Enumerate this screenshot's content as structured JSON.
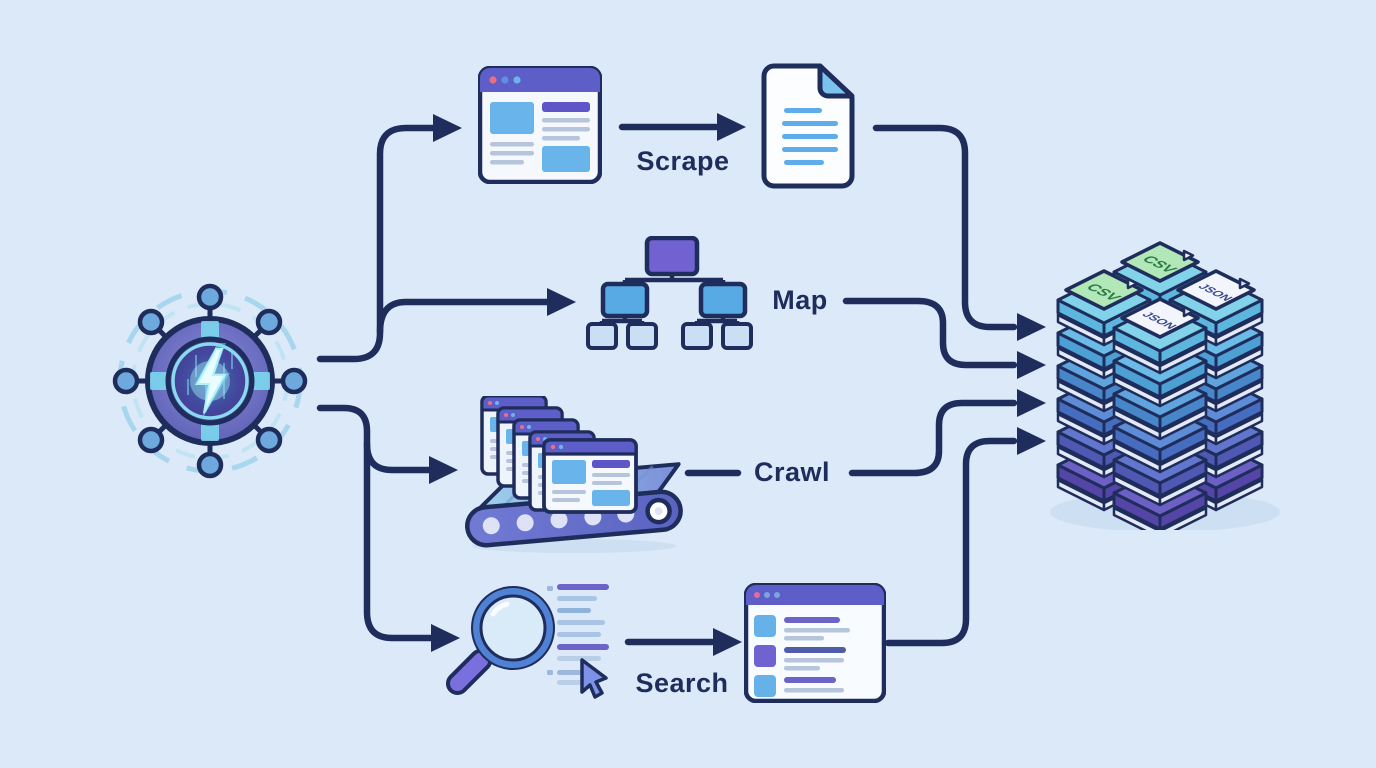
{
  "diagram": {
    "title": "web-data-extraction-pipeline",
    "colors": {
      "background": "#dbe9f8",
      "line": "#1f2d5c",
      "purple": "#5d5ec8",
      "blue": "#66b2e8",
      "green_file": "#b2e8b8",
      "stack_top": "#82d2ea",
      "stack_bottom": "#6c60c4"
    },
    "hub": {
      "name": "data-source-hub"
    },
    "flows": [
      {
        "id": "scrape",
        "label": "Scrape"
      },
      {
        "id": "map",
        "label": "Map"
      },
      {
        "id": "crawl",
        "label": "Crawl"
      },
      {
        "id": "search",
        "label": "Search"
      }
    ],
    "stack": {
      "files": [
        "CSV",
        "CSV",
        "JSON",
        "JSON"
      ]
    },
    "icons": {
      "hub": "network-hub-icon",
      "scrape_source": "browser-window-icon",
      "scrape_output": "document-icon",
      "map": "sitemap-tree-icon",
      "crawl": "conveyor-browsers-icon",
      "search": "magnifier-cursor-icon",
      "search_output": "results-window-icon",
      "output": "data-stack-icon"
    }
  }
}
